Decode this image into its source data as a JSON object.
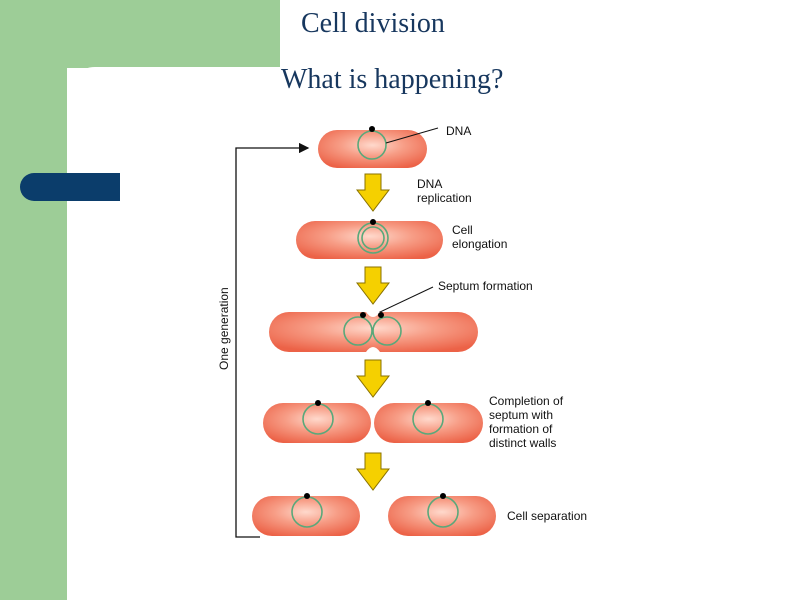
{
  "slide": {
    "title": "Cell division",
    "subtitle": "What is happening?"
  },
  "diagram": {
    "labels": {
      "dna": "DNA",
      "dna_replication": [
        "DNA",
        "replication"
      ],
      "cell_elongation": [
        "Cell",
        "elongation"
      ],
      "septum_formation": "Septum formation",
      "completion": [
        "Completion of",
        "septum with",
        "formation of",
        "distinct walls"
      ],
      "cell_separation": "Cell separation",
      "one_generation": "One generation"
    }
  },
  "colors": {
    "green_frame": "#9dcd97",
    "blue_tab": "#0b3d6b",
    "title_text": "#17375e",
    "cell_fill": "#f4735a",
    "dna_ring": "#59a87a",
    "arrow_fill": "#f5d000"
  }
}
